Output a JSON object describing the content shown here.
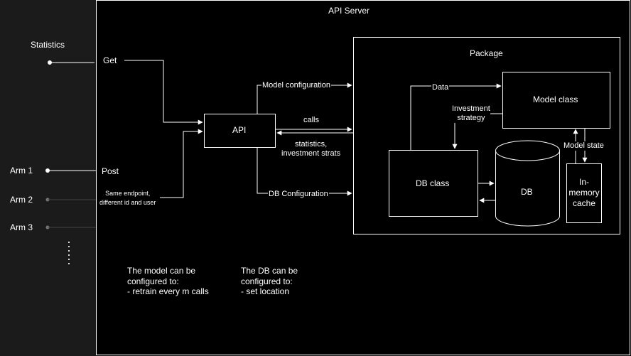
{
  "server": {
    "title": "API Server"
  },
  "left": {
    "statistics": "Statistics",
    "arms": [
      "Arm 1",
      "Arm 2",
      "Arm 3"
    ]
  },
  "edges": {
    "get": "Get",
    "post": "Post",
    "same_endpoint": "Same endpoint,\ndifferent id and user",
    "model_configuration": "Model configuration",
    "calls": "calls",
    "statistics_strats": "statistics,\ninvestment strats",
    "db_configuration": "DB Configuration",
    "data": "Data",
    "investment_strategy": "Investment\nstrategy",
    "model_state": "Model state"
  },
  "nodes": {
    "api": "API",
    "package": "Package",
    "model_class": "Model class",
    "db_class": "DB class",
    "db": "DB",
    "cache": "In-\nmemory\ncache"
  },
  "notes": {
    "model": "The model can be\nconfigured to:\n- retrain every m calls",
    "db": "The DB can be\nconfigured to:\n- set location"
  }
}
